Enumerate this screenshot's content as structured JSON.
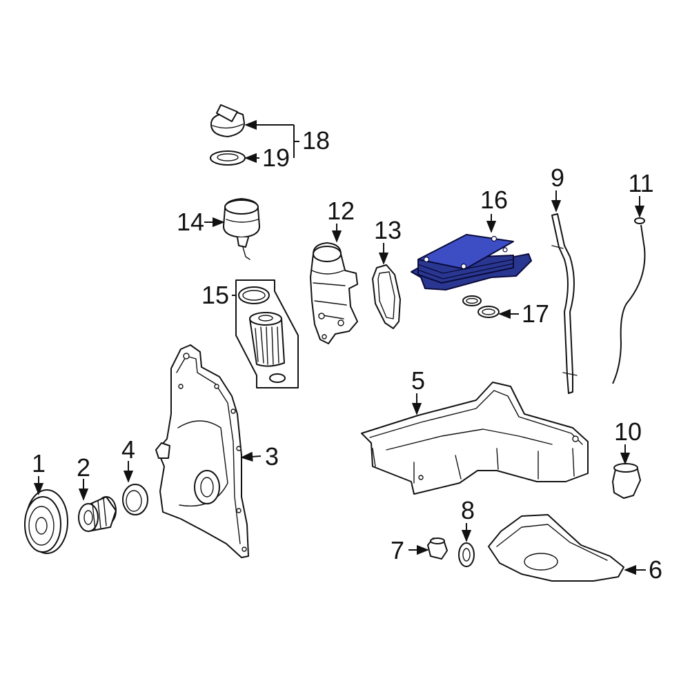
{
  "colors": {
    "line": "#111111",
    "highlight": "#3d4ec4",
    "highlight_dark": "#2a3791",
    "background": "#ffffff"
  },
  "highlighted_part": "16",
  "callouts": [
    {
      "id": "p1",
      "label": "1"
    },
    {
      "id": "p2",
      "label": "2"
    },
    {
      "id": "p3",
      "label": "3"
    },
    {
      "id": "p4",
      "label": "4"
    },
    {
      "id": "p5",
      "label": "5"
    },
    {
      "id": "p6",
      "label": "6"
    },
    {
      "id": "p7",
      "label": "7"
    },
    {
      "id": "p8",
      "label": "8"
    },
    {
      "id": "p9",
      "label": "9"
    },
    {
      "id": "p10",
      "label": "10"
    },
    {
      "id": "p11",
      "label": "11"
    },
    {
      "id": "p12",
      "label": "12"
    },
    {
      "id": "p13",
      "label": "13"
    },
    {
      "id": "p14",
      "label": "14"
    },
    {
      "id": "p15",
      "label": "15"
    },
    {
      "id": "p16",
      "label": "16"
    },
    {
      "id": "p17",
      "label": "17"
    },
    {
      "id": "p18",
      "label": "18"
    },
    {
      "id": "p19",
      "label": "19"
    }
  ]
}
